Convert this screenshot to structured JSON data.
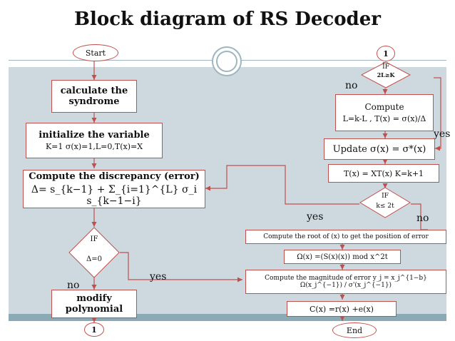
{
  "title": "Block diagram of RS Decoder",
  "left": {
    "start": "Start",
    "syndrome": "calculate the syndrome",
    "init_title": "initialize the variable",
    "init_values": "K=1  σ(x)=1,L=0,T(x)=X",
    "discrepancy_title": "Compute the discrepancy (error)",
    "discrepancy_formula": "Δ= s_{k−1} + Σ_{i=1}^{L} σ_i s_{k−1−i}",
    "if_label": "IF",
    "if_condition": "Δ=0",
    "no_label": "no",
    "yes_label": "yes",
    "modify": "modify polynomial",
    "connector": "1"
  },
  "right": {
    "connector": "1",
    "if1_label": "IF",
    "if1_condition": "2L≥K",
    "no1_label": "no",
    "yes1_label": "yes",
    "compute_title": "Compute",
    "compute_formula": "L=k-L , T(x) = σ(x)/Δ",
    "update": "Update σ(x) = σ*(x)",
    "tx_update": "T(x) = XT(x)     K=k+1",
    "if2_label": "IF",
    "if2_condition": "k≤ 2t",
    "yes2_label": "yes",
    "no2_label": "no",
    "root": "Compute the root of (x) to get the position of error",
    "omega": "Ω(x) =(S(x)(x)) mod x^2t",
    "magnitude": "Compute the magnitude of error y_j = x_j^{1−b} Ω(x_j^{−1}) / σ'(x_j^{−1})",
    "cx": "C(x) =r(x) +e(x)",
    "end": "End"
  },
  "colors": {
    "panel": "#cdd9df",
    "box_border": "#c0504d",
    "arrow": "#c0504d",
    "band": "#8aaab5"
  }
}
